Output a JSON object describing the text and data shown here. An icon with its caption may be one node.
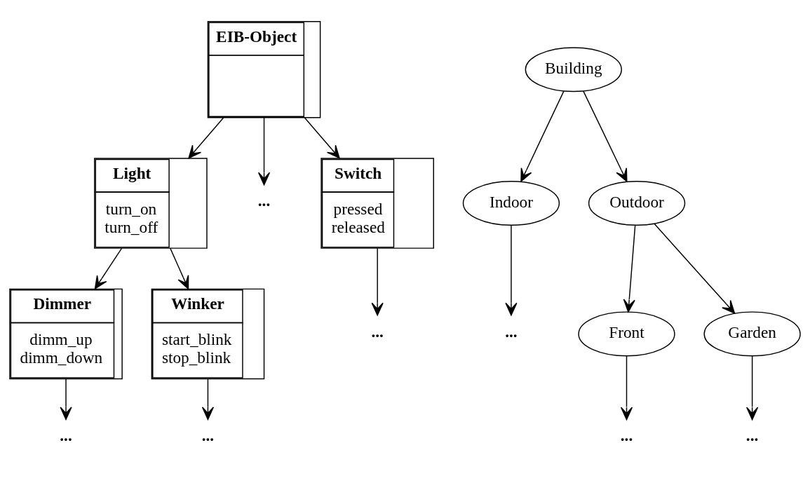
{
  "diagram": {
    "nodes": [
      {
        "text": [
          "EIB-Object"
        ]
      },
      {
        "text": [
          "Light",
          "turn_on turn_off"
        ]
      },
      {
        "text": [
          "..."
        ]
      },
      {
        "text": [
          "Switch",
          "pressed released"
        ]
      },
      {
        "text": [
          "Dimmer",
          "dimm_up dimm_down"
        ]
      },
      {
        "text": [
          "Winker",
          "start_blink stop_blink"
        ]
      },
      {
        "text": [
          "..."
        ]
      },
      {
        "text": [
          "..."
        ]
      },
      {
        "text": [
          "..."
        ]
      },
      {
        "text": [
          "Building"
        ]
      },
      {
        "text": [
          "Indoor"
        ]
      },
      {
        "text": [
          "Outdoor"
        ]
      },
      {
        "text": [
          "..."
        ]
      },
      {
        "text": [
          "Front"
        ]
      },
      {
        "text": [
          "Garden"
        ]
      },
      {
        "text": [
          "..."
        ]
      },
      {
        "text": [
          "..."
        ]
      }
    ],
    "edges": [
      {
        "from": 0,
        "to": 1,
        "arrow": "to"
      },
      {
        "from": 0,
        "to": 2,
        "arrow": "to"
      },
      {
        "from": 0,
        "to": 3,
        "arrow": "to"
      },
      {
        "from": 1,
        "to": 4,
        "arrow": "to"
      },
      {
        "from": 1,
        "to": 5,
        "arrow": "to"
      },
      {
        "from": 3,
        "to": 6,
        "arrow": "to"
      },
      {
        "from": 4,
        "to": 7,
        "arrow": "to"
      },
      {
        "from": 5,
        "to": 8,
        "arrow": "to"
      },
      {
        "from": 9,
        "to": 10,
        "arrow": "to"
      },
      {
        "from": 9,
        "to": 11,
        "arrow": "to"
      },
      {
        "from": 10,
        "to": 12,
        "arrow": "to"
      },
      {
        "from": 11,
        "to": 13,
        "arrow": "to"
      },
      {
        "from": 11,
        "to": 14,
        "arrow": "to"
      },
      {
        "from": 13,
        "to": 15,
        "arrow": "to"
      },
      {
        "from": 14,
        "to": 16,
        "arrow": "to"
      }
    ]
  }
}
